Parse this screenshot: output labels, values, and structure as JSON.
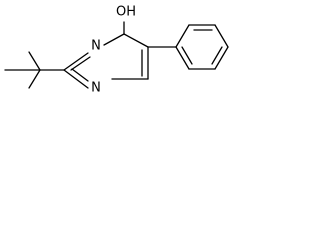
{
  "molecule": {
    "atoms": {
      "n1": "N",
      "n3": "N",
      "hydroxyl": "OH"
    }
  }
}
